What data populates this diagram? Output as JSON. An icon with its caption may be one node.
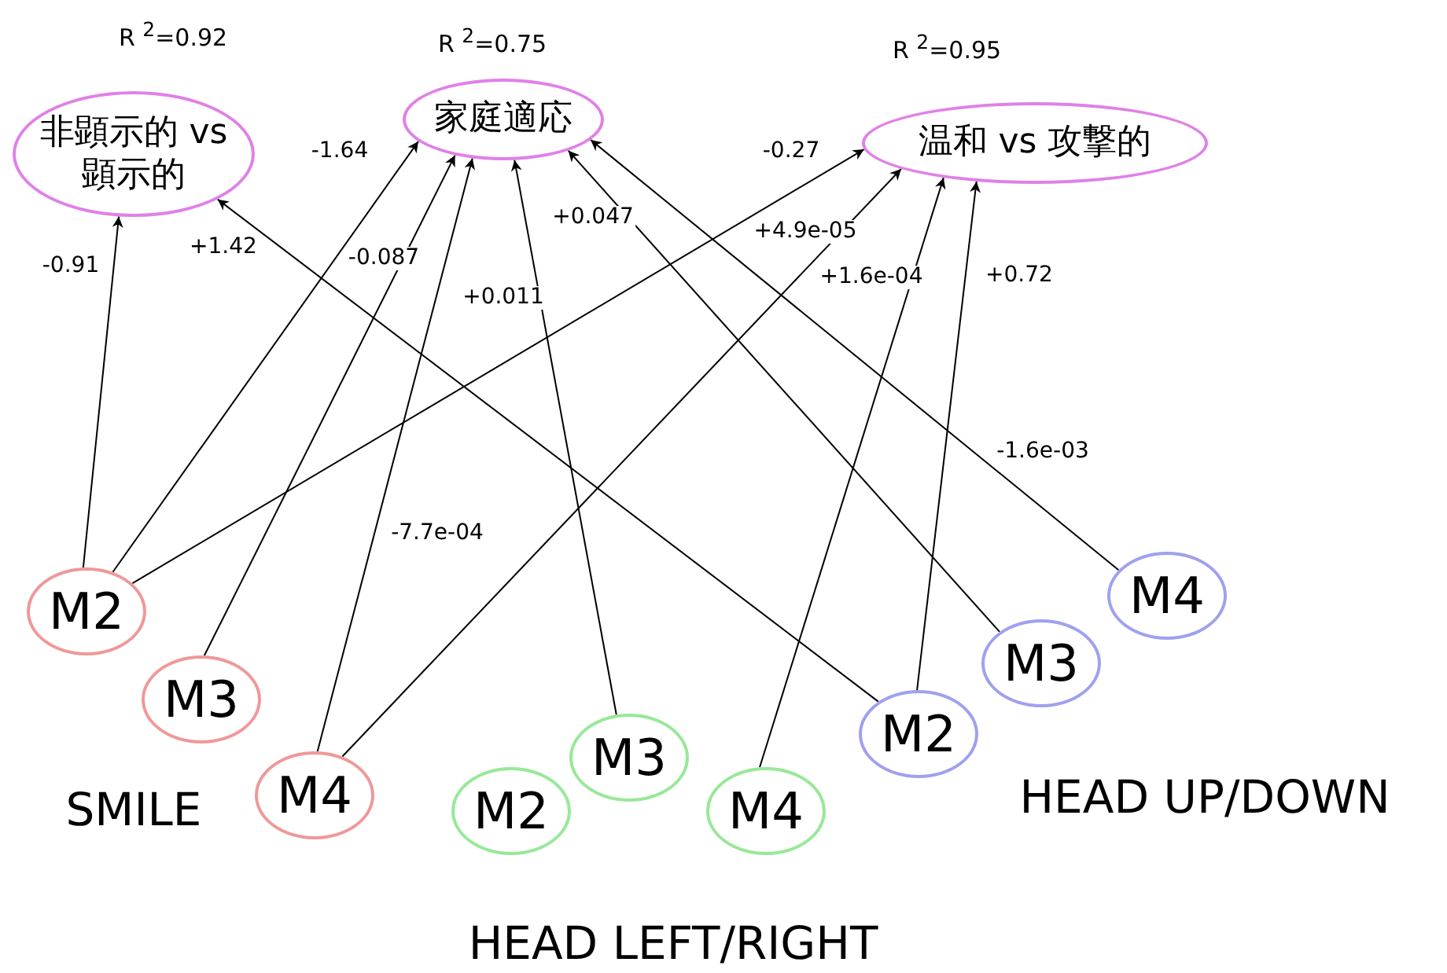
{
  "diagram": {
    "nodes": [
      {
        "text": [
          "非顕示的 vs 顕示的"
        ],
        "beside": [
          "R $^{2}$=0.92"
        ]
      },
      {
        "text": [
          "家庭適応"
        ],
        "beside": [
          "R $^{2}$=0.75"
        ]
      },
      {
        "text": [
          "温和 vs 攻撃的"
        ],
        "beside": [
          "R $^{2}$=0.95"
        ]
      },
      {
        "text": [
          "M2"
        ]
      },
      {
        "text": [
          "M3"
        ]
      },
      {
        "text": [
          "M4"
        ]
      },
      {
        "text": [
          "M2"
        ]
      },
      {
        "text": [
          "M3"
        ]
      },
      {
        "text": [
          "M4"
        ]
      },
      {
        "text": [
          "M2"
        ]
      },
      {
        "text": [
          "M3"
        ]
      },
      {
        "text": [
          "M4"
        ]
      }
    ],
    "edges": [
      {
        "from": 3,
        "to": 0,
        "arrow": "to",
        "label": "-0.91"
      },
      {
        "from": 3,
        "to": 1,
        "arrow": "to",
        "label": "-1.64"
      },
      {
        "from": 3,
        "to": 2,
        "arrow": "to",
        "label": "-0.27"
      },
      {
        "from": 4,
        "to": 1,
        "arrow": "to",
        "label": "-0.087"
      },
      {
        "from": 5,
        "to": 1,
        "arrow": "to",
        "label": "-7.7e-04"
      },
      {
        "from": 5,
        "to": 2,
        "arrow": "to",
        "label": "+4.9e-05"
      },
      {
        "from": 7,
        "to": 1,
        "arrow": "to",
        "label": "+0.011"
      },
      {
        "from": 8,
        "to": 2,
        "arrow": "to",
        "label": "+1.6e-04"
      },
      {
        "from": 9,
        "to": 2,
        "arrow": "to",
        "label": "+0.72"
      },
      {
        "from": 9,
        "to": 0,
        "arrow": "to",
        "label": "+1.42"
      },
      {
        "from": 10,
        "to": 1,
        "arrow": "to",
        "label": "+0.047"
      },
      {
        "from": 11,
        "to": 1,
        "arrow": "to",
        "label": "-1.6e-03"
      }
    ],
    "labels": [
      "HEAD UP/DOWN",
      "SMILE",
      "HEAD LEFT/RIGHT"
    ]
  }
}
